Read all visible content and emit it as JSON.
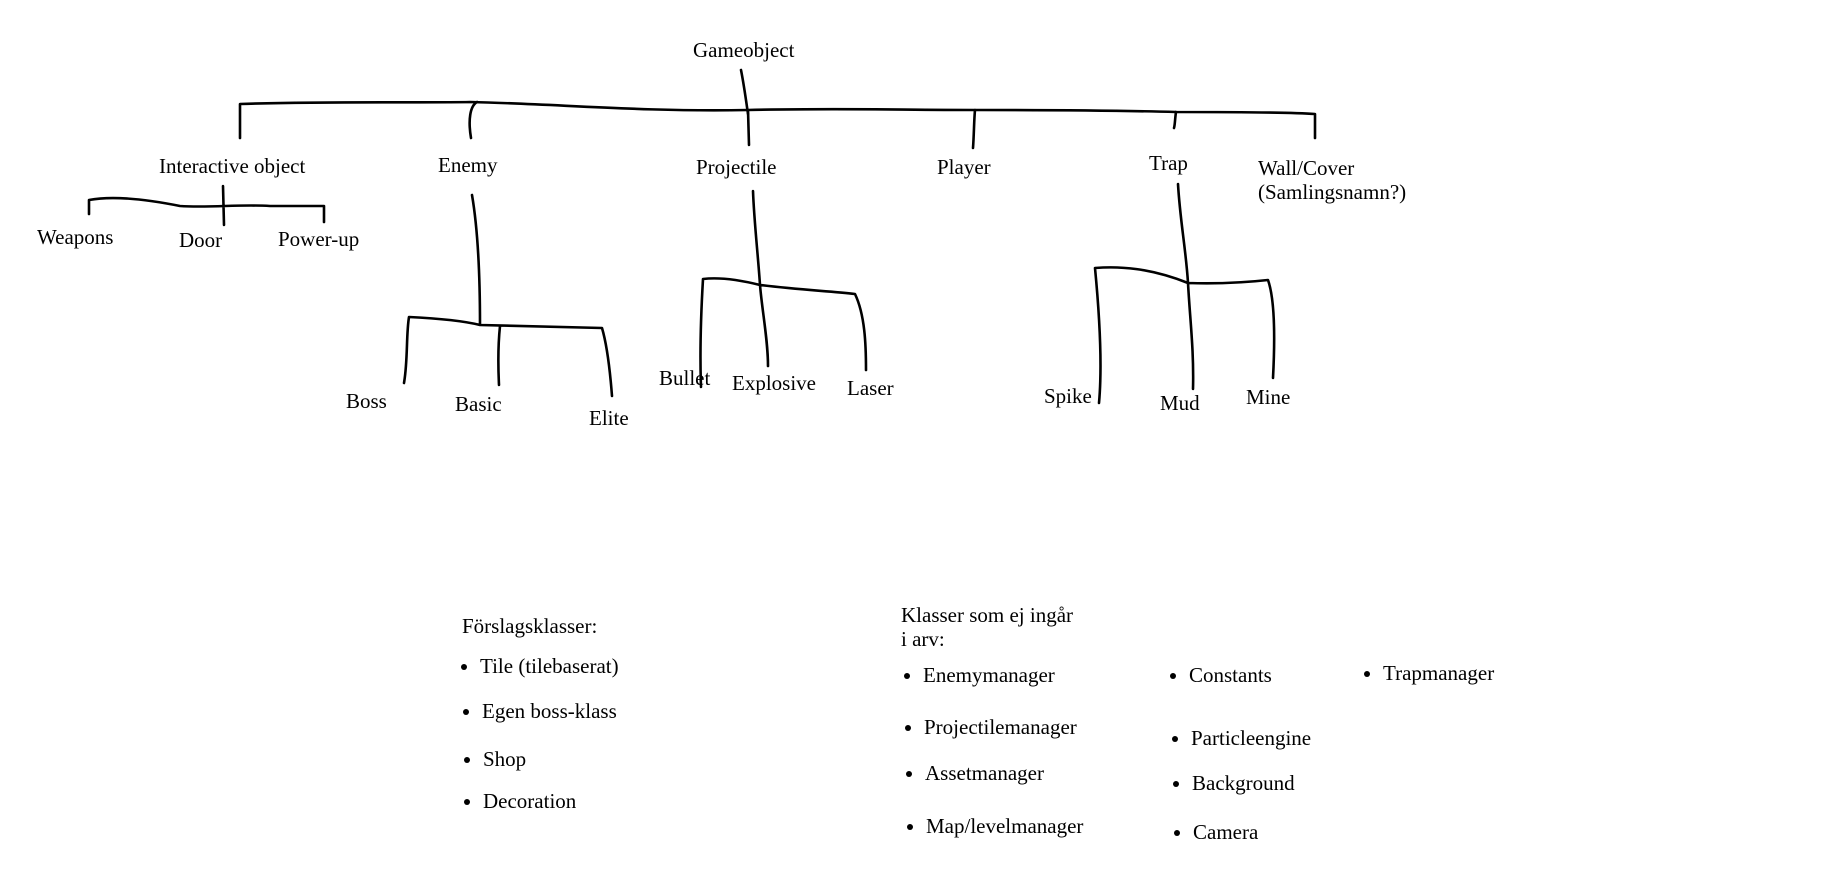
{
  "tree": {
    "root": "Gameobject",
    "level1": {
      "interactive": "Interactive object",
      "enemy": "Enemy",
      "projectile": "Projectile",
      "player": "Player",
      "trap": "Trap",
      "wall": "Wall/Cover\n(Samlingsnamn?)"
    },
    "interactive_children": [
      "Weapons",
      "Door",
      "Power-up"
    ],
    "enemy_children": [
      "Boss",
      "Basic",
      "Elite"
    ],
    "projectile_children": [
      "Bullet",
      "Explosive",
      "Laser"
    ],
    "trap_children": [
      "Spike",
      "Mud",
      "Mine"
    ]
  },
  "suggestions": {
    "title": "Förslagsklasser:",
    "items": [
      "Tile (tilebaserat)",
      "Egen boss-klass",
      "Shop",
      "Decoration"
    ]
  },
  "non_inherited": {
    "title": "Klasser som ej ingår\ni arv:",
    "col1": [
      "Enemymanager",
      "Projectilemanager",
      "Assetmanager",
      "Map/levelmanager"
    ],
    "col2": [
      "Constants",
      "Particleengine",
      "Background",
      "Camera"
    ],
    "col3": [
      "Trapmanager"
    ]
  }
}
